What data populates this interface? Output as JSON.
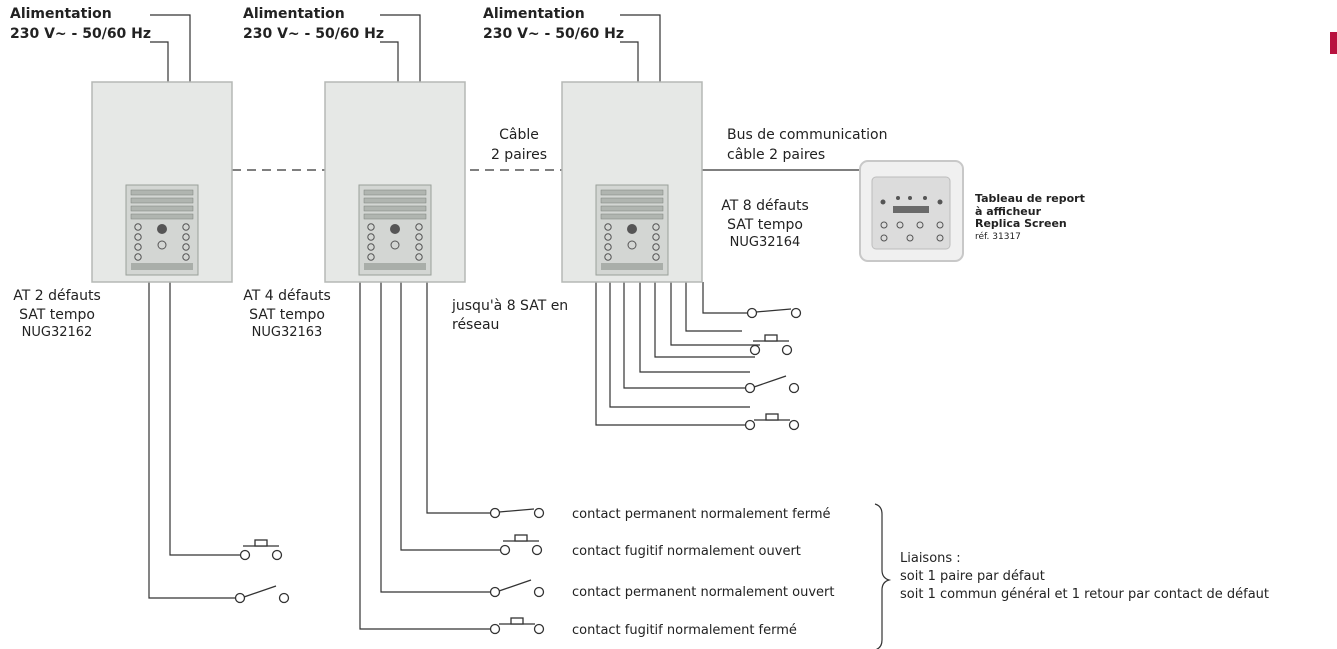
{
  "power_supply": {
    "line1": "Alimentation",
    "line2": "230 V~ - 50/60 Hz"
  },
  "devices": [
    {
      "line1": "AT 2 défauts",
      "line2": "SAT tempo",
      "ref": "NUG32162"
    },
    {
      "line1": "AT 4 défauts",
      "line2": "SAT tempo",
      "ref": "NUG32163"
    },
    {
      "line1": "AT 8 défauts",
      "line2": "SAT tempo",
      "ref": "NUG32164"
    }
  ],
  "cable": {
    "line1": "Câble",
    "line2": "2 paires"
  },
  "network_note": {
    "line1": "jusqu'à 8 SAT en",
    "line2": "réseau"
  },
  "bus": {
    "line1": "Bus de communication",
    "line2": "câble 2 paires"
  },
  "repeater": {
    "line1": "Tableau de report",
    "line2": "à afficheur",
    "line3": "Replica Screen",
    "ref": "réf. 31317"
  },
  "contacts": [
    {
      "label": "contact permanent normalement fermé",
      "symbol": "permanent-closed"
    },
    {
      "label": "contact fugitif normalement ouvert",
      "symbol": "fugitive-open"
    },
    {
      "label": "contact permanent normalement ouvert",
      "symbol": "permanent-open"
    },
    {
      "label": "contact fugitif normalement fermé",
      "symbol": "fugitive-closed"
    }
  ],
  "links": {
    "title": "Liaisons :",
    "line1": "soit 1 paire par défaut",
    "line2": "soit 1 commun général et 1 retour par contact de défaut"
  },
  "colors": {
    "line": "#333333",
    "panel_fill": "#e6e8e6",
    "accent": "#b8123f"
  }
}
